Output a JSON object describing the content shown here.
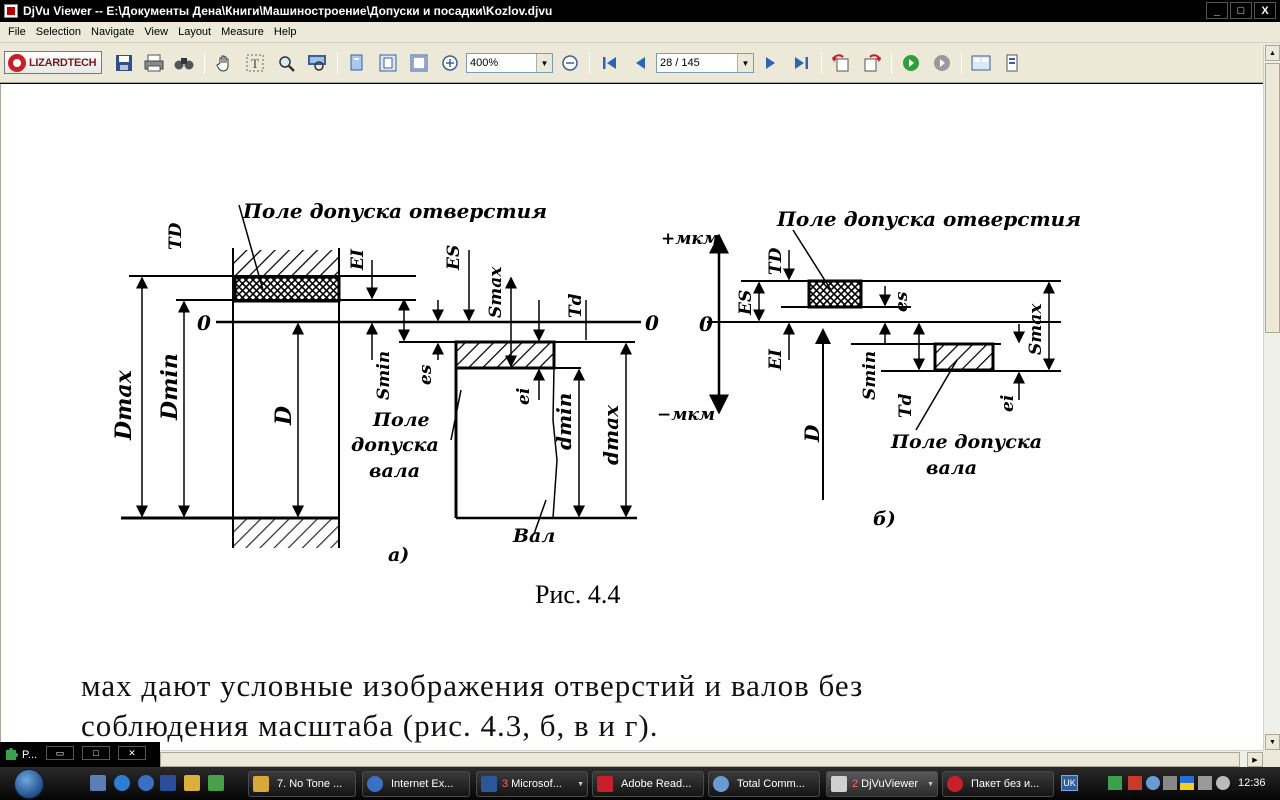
{
  "window": {
    "title": "DjVu Viewer -- E:\\Документы Дена\\Книги\\Машиностроение\\Допуски и посадки\\Kozlov.djvu",
    "minimize": "_",
    "maximize": "□",
    "close": "X"
  },
  "menu": [
    "File",
    "Selection",
    "Navigate",
    "View",
    "Layout",
    "Measure",
    "Help"
  ],
  "toolbar": {
    "logo_text": "LIZARDTECH",
    "zoom_value": "400%",
    "page_value": "28 / 145"
  },
  "figure": {
    "label_hole_field_a": "Поле допуска отверстия",
    "label_hole_field_b": "Поле допуска отверстия",
    "TD_a": "TD",
    "EI_a": "EI",
    "ES_a": "ES",
    "Smax_a": "Smax",
    "Td_a": "Td",
    "zero_left": "0",
    "zero_right": "0",
    "Dmax": "Dmax",
    "Dmin": "Dmin",
    "D_a": "D",
    "Smin_a": "Smin",
    "es_a": "es",
    "ei_a": "ei",
    "dmin": "dmin",
    "dmax": "dmax",
    "shaft_field_a": [
      "Поле",
      "допуска",
      "вала"
    ],
    "shaft": "Вал",
    "sub_a": "а)",
    "plus_mkm": "+мкм",
    "minus_mkm": "−мкм",
    "zero_b": "0",
    "TD_b": "TD",
    "ES_b": "ES",
    "EI_b": "EI",
    "es_b": "es",
    "Smax_b": "Smax",
    "Smin_b": "Smin",
    "Td_b": "Td",
    "ei_b": "ei",
    "D_b": "D",
    "shaft_field_b": [
      "Поле допуска",
      "вала"
    ],
    "sub_b": "б)"
  },
  "caption": "Рис. 4.4",
  "body_text": [
    "мах дают условные изображения отверстий и валов без",
    "соблюдения масштаба (рис. 4.3, б, в и г)."
  ],
  "mini_window": {
    "title": "P..."
  },
  "taskbar": {
    "tasks": [
      {
        "label": "7. No Tone ...",
        "count": ""
      },
      {
        "label": "Internet Ex...",
        "count": ""
      },
      {
        "label": "Microsof...",
        "count": "3"
      },
      {
        "label": "Adobe Read...",
        "count": ""
      },
      {
        "label": "Total Comm...",
        "count": ""
      },
      {
        "label": "DjVuViewer",
        "count": "2"
      },
      {
        "label": "Пакет без и...",
        "count": ""
      }
    ],
    "lang": "UK",
    "clock": "12:36"
  },
  "colors": {
    "taskbar": "#111111",
    "titlebar": "#000000",
    "toolbar": "#ece9d8"
  }
}
